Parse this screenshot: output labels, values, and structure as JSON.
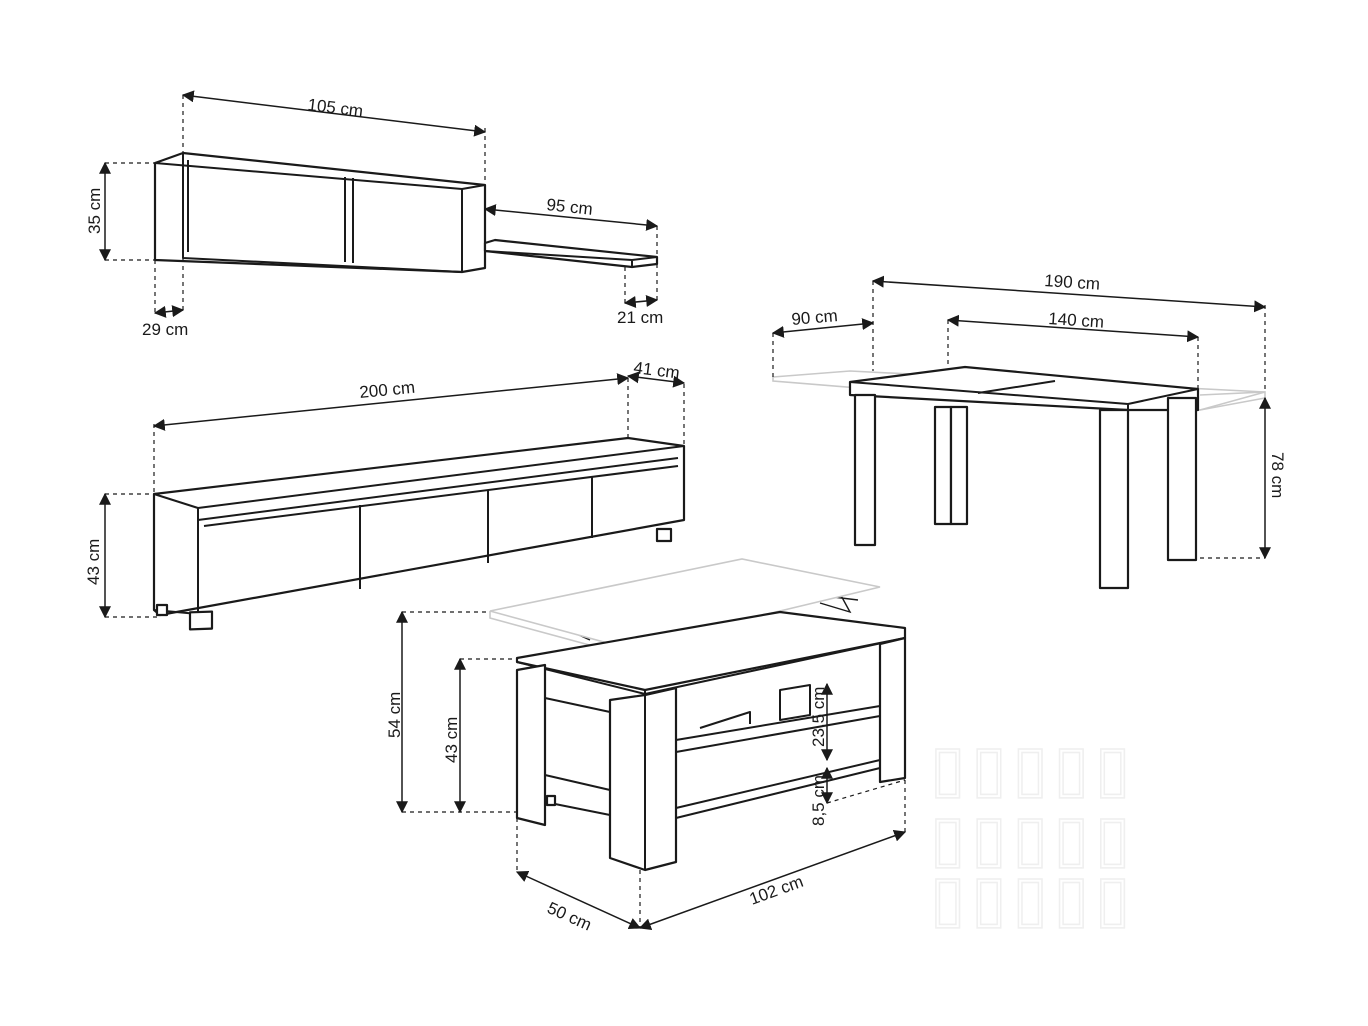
{
  "dimensions": {
    "shelf_width": "105 cm",
    "shelf_height": "35 cm",
    "shelf_depth": "29 cm",
    "floating_shelf_width": "95 cm",
    "floating_shelf_depth": "21 cm",
    "tv_unit_width": "200 cm",
    "tv_unit_depth": "41 cm",
    "tv_unit_height": "43 cm",
    "table_extended": "190 cm",
    "table_extension": "90 cm",
    "table_closed": "140 cm",
    "table_height": "78 cm",
    "coffee_raised_height": "54 cm",
    "coffee_height": "43 cm",
    "coffee_shelf_gap": "23,5 cm",
    "coffee_bottom_gap": "8,5 cm",
    "coffee_depth": "50 cm",
    "coffee_width": "102 cm"
  },
  "colors": {
    "line": "#1a1a1a",
    "ghost": "#c9c9c9",
    "background": "#ffffff"
  }
}
